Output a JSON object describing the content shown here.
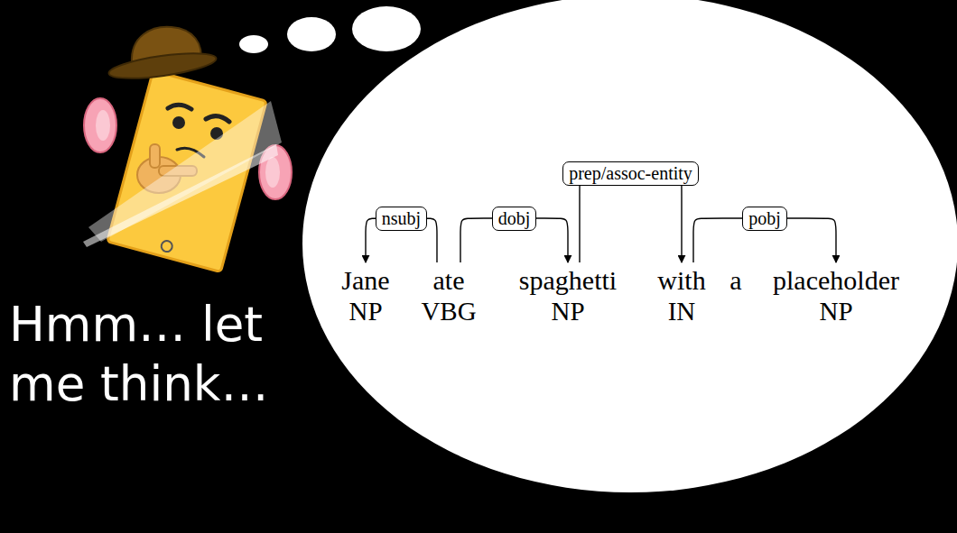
{
  "diagram": {
    "nodes": [
      {
        "text": [
          "Jane",
          "NP"
        ]
      },
      {
        "text": [
          "ate",
          "VBG"
        ]
      },
      {
        "text": [
          "spaghetti",
          "NP"
        ]
      },
      {
        "text": [
          "with",
          "IN"
        ]
      },
      {
        "text": [
          "placeholder",
          "NP"
        ]
      }
    ],
    "edges": [
      {
        "from": 1,
        "to": 0,
        "arrow": "to",
        "label": "nsubj"
      },
      {
        "from": 1,
        "to": 2,
        "arrow": "to",
        "label": "dobj"
      },
      {
        "from": 2,
        "to": 3,
        "arrow": "to",
        "label": "prep/assoc-entity"
      },
      {
        "from": 3,
        "to": 4,
        "arrow": "to",
        "label": "pobj"
      }
    ],
    "labels": [
      "Hmm… let me think…",
      "a"
    ]
  }
}
